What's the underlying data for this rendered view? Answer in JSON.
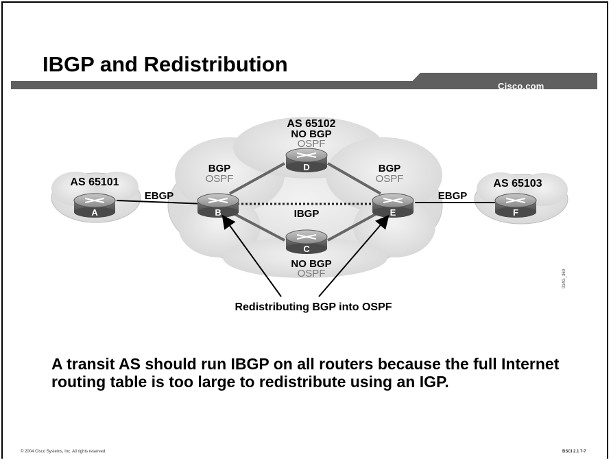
{
  "slide": {
    "title": "IBGP and Redistribution",
    "brand": "Cisco.com",
    "body": "A transit AS should run IBGP on all routers because the full Internet routing table is too large to redistribute using an IGP.",
    "footer_left": "© 2004 Cisco Systems, Inc. All rights reserved.",
    "footer_right": "BSCI 2.1   7-7",
    "figure_id": "014G_360"
  },
  "diagram": {
    "as_left": "AS 65101",
    "as_center": "AS 65102",
    "as_center_line2": "NO BGP",
    "as_center_line3": "OSPF",
    "as_right": "AS 65103",
    "routers": {
      "A": "A",
      "B": "B",
      "C": "C",
      "D": "D",
      "E": "E",
      "F": "F"
    },
    "b_proto1": "BGP",
    "b_proto2": "OSPF",
    "e_proto1": "BGP",
    "e_proto2": "OSPF",
    "c_proto1": "NO BGP",
    "c_proto2": "OSPF",
    "link_ebgp_left": "EBGP",
    "link_ebgp_right": "EBGP",
    "link_ibgp": "IBGP",
    "caption": "Redistributing BGP into OSPF"
  }
}
